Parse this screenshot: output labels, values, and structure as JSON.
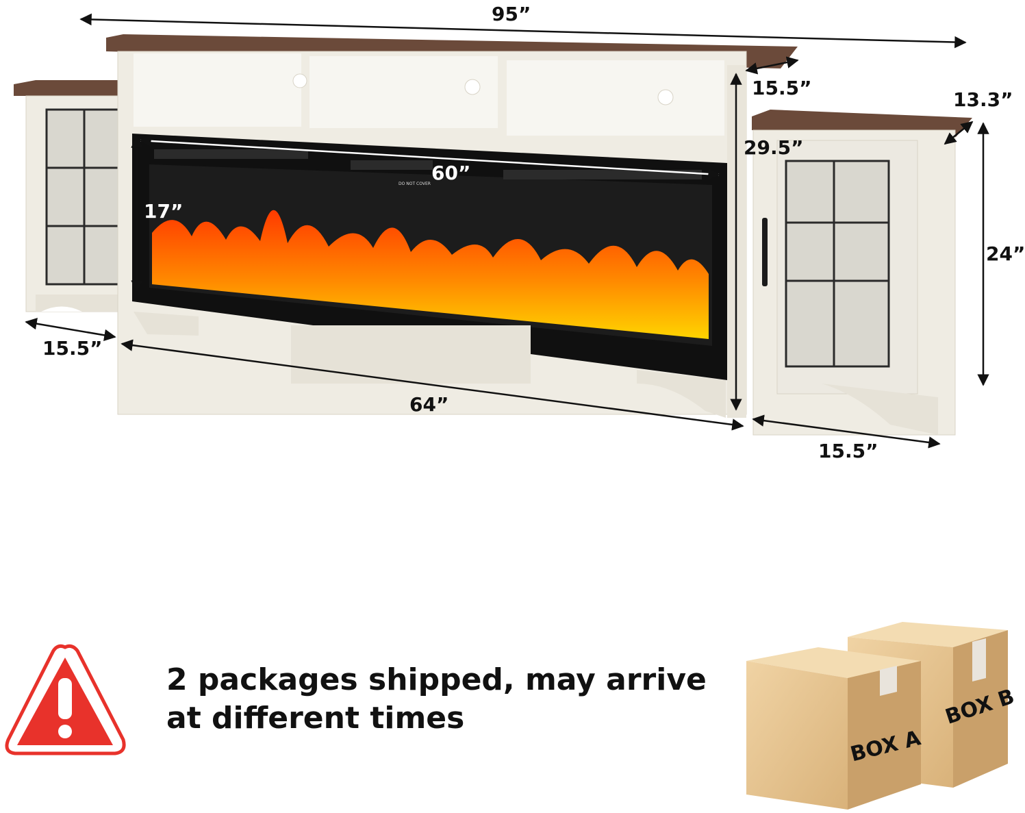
{
  "dimensions": {
    "total_width": "95”",
    "center_depth": "15.5”",
    "side_depth": "13.3”",
    "center_height": "29.5”",
    "side_height": "24”",
    "fireplace_width": "60”",
    "fireplace_height": "17”",
    "center_width": "64”",
    "left_cabinet_width": "15.5”",
    "right_cabinet_width": "15.5”"
  },
  "fireplace_label": "DO NOT COVER",
  "notice": {
    "text": "2 packages shipped, may arrive at different times",
    "icon": "warning-icon"
  },
  "boxes": {
    "box_a": "BOX A",
    "box_b": "BOX B"
  },
  "colors": {
    "cabinet": "#efece3",
    "top": "#6b4a3a",
    "warning": "#e8322b",
    "box": "#e7c898"
  }
}
